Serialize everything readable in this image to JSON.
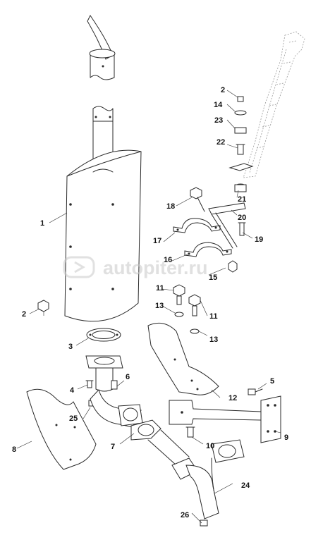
{
  "watermark": {
    "text": "autopiter.ru",
    "logo_icon": "autopiter-logo-icon"
  },
  "labels": {
    "p1": "1",
    "p2a": "2",
    "p2b": "2",
    "p3": "3",
    "p4": "4",
    "p5": "5",
    "p6": "6",
    "p7": "7",
    "p8": "8",
    "p9": "9",
    "p10": "10",
    "p11a": "11",
    "p11b": "11",
    "p12": "12",
    "p13a": "13",
    "p13b": "13",
    "p14": "14",
    "p15": "15",
    "p16": "16",
    "p17": "17",
    "p18": "18",
    "p19": "19",
    "p20": "20",
    "p21": "21",
    "p22": "22",
    "p23": "23",
    "p24": "24",
    "p25": "25",
    "p26": "26"
  }
}
